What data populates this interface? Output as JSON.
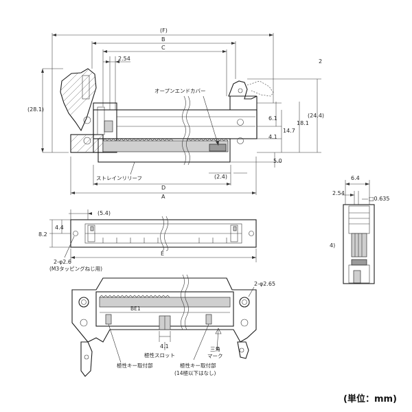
{
  "dimensions": {
    "f": "(F)",
    "b": "B",
    "c": "C",
    "d": "D",
    "a": "A",
    "e": "E",
    "d_2_54": "2.54",
    "d_28_1": "(28.1)",
    "d_6_1": "6.1",
    "d_14_7": "14.7",
    "d_18_1": "18.1",
    "d_24_4": "(24.4)",
    "d_4_1_top": "4.1",
    "d_5_0": "5.0",
    "d_2_4": "(2.4)",
    "d_5_4": "(5.4)",
    "d_4_4": "4.4",
    "d_8_2": "8.2",
    "d_4_1_bottom": "4.1",
    "hole_2_6": "2-φ2.6",
    "hole_2_65": "2-φ2.65",
    "side_6_4": "6.4",
    "side_2_54": "2.54",
    "side_0_635": "□0.635"
  },
  "labels": {
    "open_end_cover": "オープンエンドカバー",
    "strain_relief": "ストレインリリーフ",
    "tapping_screw": "(M3タッピングねじ用)",
    "polarity_slot": "極性スロット",
    "polarity_key_mount": "極性キー取付部",
    "triangle_mark_1": "三角",
    "triangle_mark_2": "マーク",
    "polarity_key_mount_2": "極性キー取付部",
    "under_14": "(14極以下はなし)",
    "marking": "BE1",
    "note_2": "2",
    "note_4": "4)"
  },
  "unit_note": "(単位：mm)"
}
